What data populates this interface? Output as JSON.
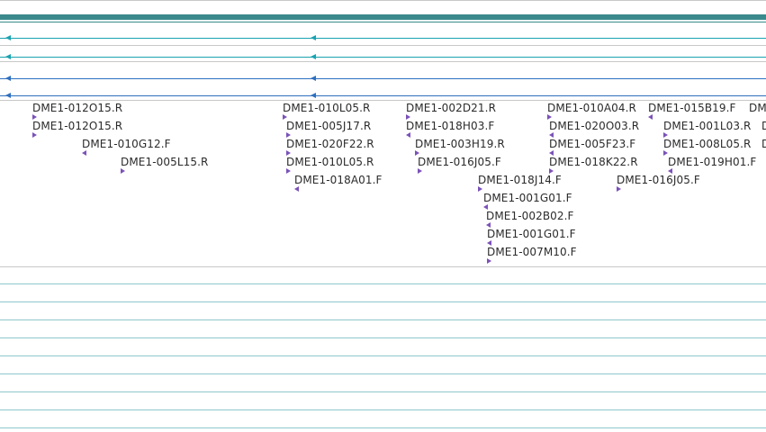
{
  "colors": {
    "track_bar": "#3a8a8c",
    "track_teal": "#1aa3b0",
    "track_blue": "#2e6fbf",
    "tick_purple": "#7b52b8",
    "grid_teal": "#8fc7cb",
    "separator": "#c8c8c8"
  },
  "tracks": [
    {
      "color": "track_teal",
      "direction": "reverse"
    },
    {
      "color": "track_teal",
      "direction": "reverse"
    },
    {
      "color": "track_blue",
      "direction": "reverse"
    },
    {
      "color": "track_blue",
      "direction": "reverse"
    }
  ],
  "features": [
    {
      "label": "DME1-012O15.R",
      "strand": "forward"
    },
    {
      "label": "DME1-012O15.R",
      "strand": "forward"
    },
    {
      "label": "DME1-010G12.F",
      "strand": "reverse"
    },
    {
      "label": "DME1-005L15.R",
      "strand": "forward"
    },
    {
      "label": "DME1-010L05.R",
      "strand": "forward"
    },
    {
      "label": "DME1-005J17.R",
      "strand": "forward"
    },
    {
      "label": "DME1-020F22.R",
      "strand": "forward"
    },
    {
      "label": "DME1-010L05.R",
      "strand": "forward"
    },
    {
      "label": "DME1-018A01.F",
      "strand": "reverse"
    },
    {
      "label": "DME1-002D21.R",
      "strand": "forward"
    },
    {
      "label": "DME1-018H03.F",
      "strand": "reverse"
    },
    {
      "label": "DME1-003H19.R",
      "strand": "forward"
    },
    {
      "label": "DME1-016J05.F",
      "strand": "forward"
    },
    {
      "label": "DME1-018J14.F",
      "strand": "forward"
    },
    {
      "label": "DME1-001G01.F",
      "strand": "reverse"
    },
    {
      "label": "DME1-002B02.F",
      "strand": "reverse"
    },
    {
      "label": "DME1-001G01.F",
      "strand": "reverse"
    },
    {
      "label": "DME1-007M10.F",
      "strand": "forward"
    },
    {
      "label": "DME1-010A04.R",
      "strand": "forward"
    },
    {
      "label": "DME1-020O03.R",
      "strand": "reverse"
    },
    {
      "label": "DME1-005F23.F",
      "strand": "reverse"
    },
    {
      "label": "DME1-018K22.R",
      "strand": "forward"
    },
    {
      "label": "DME1-015B19.F",
      "strand": "reverse"
    },
    {
      "label": "DME1-001L03.R",
      "strand": "forward"
    },
    {
      "label": "DME1-008L05.R",
      "strand": "forward"
    },
    {
      "label": "DME1-019H01.F",
      "strand": "reverse"
    },
    {
      "label": "DME1-016J05.F",
      "strand": "forward"
    },
    {
      "label": "DM",
      "strand": "none"
    },
    {
      "label": "D",
      "strand": "none"
    },
    {
      "label": "D",
      "strand": "none"
    }
  ]
}
